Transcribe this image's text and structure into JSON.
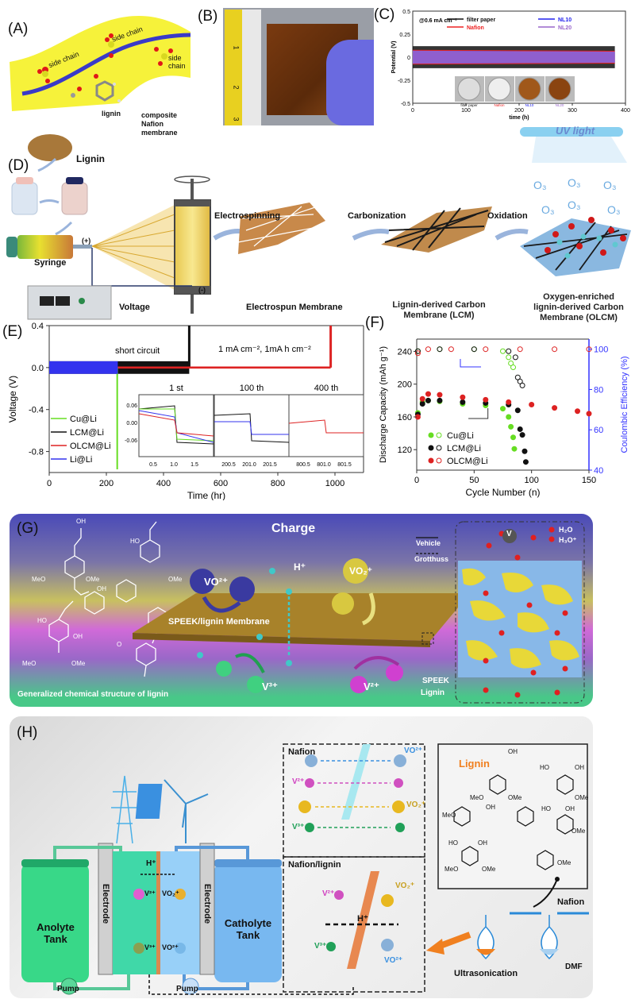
{
  "panels": {
    "A": {
      "label": "(A)",
      "side_chain_labels": [
        "side chain",
        "side chain",
        "side chain"
      ],
      "lignin_label": "lignin",
      "membrane_label_line1": "composite Nafion",
      "membrane_label_line2": "membrane"
    },
    "B": {
      "label": "(B)",
      "ruler_marks": [
        "1",
        "2",
        "3"
      ]
    },
    "C": {
      "label": "(C)",
      "condition": "@0.6 mA cm⁻²",
      "photo_labels": [
        "filter paper",
        "Nafion",
        "NL10",
        "NL20"
      ]
    },
    "D": {
      "label": "(D)",
      "steps": {
        "lignin": "Lignin",
        "syringe": "Syringe",
        "voltage": "Voltage",
        "plus": "(+)",
        "minus": "(-)",
        "electrospinning": "Electrospinning",
        "carbonization": "Carbonization",
        "oxidation": "Oxidation",
        "uv_light": "UV light",
        "ozone": "O₃",
        "electrospun": "Electrospun Membrane",
        "lcm_line1": "Lignin-derived Carbon",
        "lcm_line2": "Membrane (LCM)",
        "olcm_line1": "Oxygen-enriched",
        "olcm_line2": "lignin-derived Carbon",
        "olcm_line3": "Membrane (OLCM)"
      }
    },
    "E": {
      "label": "(E)",
      "annotation_short": "short circuit",
      "annotation_condition": "1 mA cm⁻², 1mA h cm⁻²",
      "inset_titles": [
        "1 st",
        "100 th",
        "400 th"
      ],
      "inset_yticks": [
        "0.06",
        "0.00",
        "-0.06"
      ],
      "inset_xticks": [
        [
          "0.5",
          "1.0",
          "1.5"
        ],
        [
          "200.5",
          "201.0",
          "201.5"
        ],
        [
          "800.5",
          "801.0",
          "801.5"
        ]
      ]
    },
    "F": {
      "label": "(F)",
      "y2label": "Coulombic Efficiency (%)",
      "y2ticks": [
        "40",
        "60",
        "80",
        "100"
      ]
    },
    "G": {
      "label": "(G)",
      "charge": "Charge",
      "vehicle": "Vehicle",
      "grotthuss": "Grotthuss",
      "h2o": "H₂O",
      "h3o": "H₃O⁺",
      "v_atom": "V",
      "vo2plus_ion": "VO²⁺",
      "vo2_ion": "VO₂⁺",
      "hplus": "H⁺",
      "v3": "V³⁺",
      "v2": "V²⁺",
      "membrane": "SPEEK/lignin Membrane",
      "speek": "SPEEK",
      "lignin": "Lignin",
      "caption": "Generalized chemical structure of lignin",
      "chem_groups": [
        "OH",
        "MeO",
        "OMe",
        "HO",
        "OH",
        "OMe",
        "HO",
        "OH",
        "MeO",
        "OMe",
        "O"
      ]
    },
    "H": {
      "label": "(H)",
      "anolyte_line1": "Anolyte",
      "anolyte_line2": "Tank",
      "catholyte_line1": "Catholyte",
      "catholyte_line2": "Tank",
      "electrode": "Electrode",
      "pump": "Pump",
      "hplus": "H⁺",
      "v2": "V²⁺",
      "v3": "V³⁺",
      "vo2plus": "VO₂⁺",
      "vo2p": "VO²⁺",
      "nafion_box": "Nafion",
      "nafion_lignin_box": "Nafion/lignin",
      "lignin_box": "Lignin",
      "nafion": "Nafion",
      "dmf": "DMF",
      "ultrasonication": "Ultrasonication",
      "chem_groups": [
        "OH",
        "HO",
        "OH",
        "MeO",
        "OMe",
        "OMe",
        "OH",
        "HO",
        "OH",
        "OMe",
        "MeO",
        "HO",
        "OH",
        "OMe",
        "MeO",
        "OMe"
      ]
    }
  },
  "colors": {
    "cu": "#66dd22",
    "lcm": "#111111",
    "olcm": "#dd2222",
    "li": "#3333ee",
    "nafion": "#ee2222",
    "nl10": "#2222ee",
    "nl20": "#9966cc",
    "axis_blue": "#3333ff"
  },
  "chart_data": [
    {
      "id": "C",
      "type": "line",
      "title": "",
      "xlabel": "time (h)",
      "ylabel": "Potential (V)",
      "xlim": [
        0,
        400
      ],
      "ylim": [
        -0.5,
        0.5
      ],
      "xticks": [
        "0",
        "100",
        "200",
        "300",
        "400"
      ],
      "yticks": [
        "0.5",
        "0.25",
        "0",
        "-0.25",
        "-0.5"
      ],
      "legend": [
        "filter paper",
        "Nafion",
        "NL10",
        "NL20"
      ],
      "legend_position": "top",
      "series": [
        {
          "name": "filter paper",
          "x": [
            0,
            380
          ],
          "amplitude": [
            0.12,
            0.12
          ]
        },
        {
          "name": "Nafion",
          "x": [
            0,
            380
          ],
          "amplitude": [
            0.08,
            0.07
          ]
        },
        {
          "name": "NL10",
          "x": [
            0,
            380
          ],
          "amplitude": [
            0.07,
            0.06
          ]
        },
        {
          "name": "NL20",
          "x": [
            0,
            380
          ],
          "amplitude": [
            0.07,
            0.06
          ]
        }
      ]
    },
    {
      "id": "E",
      "type": "line",
      "xlabel": "Time (hr)",
      "ylabel": "Voltage (V)",
      "xlim": [
        0,
        1100
      ],
      "ylim": [
        -1.0,
        0.4
      ],
      "xticks": [
        "0",
        "200",
        "400",
        "600",
        "800",
        "1000"
      ],
      "yticks": [
        "0.4",
        "0.0",
        "-0.4",
        "-0.8"
      ],
      "legend": [
        "Cu@Li",
        "LCM@Li",
        "OLCM@Li",
        "Li@Li"
      ],
      "legend_position": "bottom-left",
      "series": [
        {
          "name": "Cu@Li",
          "end_time": 238,
          "amplitude": 0.05,
          "failure_min": -0.97
        },
        {
          "name": "LCM@Li",
          "end_time": 490,
          "amplitude": 0.06,
          "failure_max": 0.4
        },
        {
          "name": "OLCM@Li",
          "end_time": 985,
          "amplitude": 0.01,
          "failure_max": 0.4
        },
        {
          "name": "Li@Li",
          "end_time": 240,
          "amplitude": 0.06
        }
      ]
    },
    {
      "id": "F",
      "type": "scatter",
      "xlabel": "Cycle Number (n)",
      "ylabel": "Discharge Capacity (mAh g⁻¹)",
      "xlim": [
        0,
        150
      ],
      "ylim": [
        95,
        255
      ],
      "xticks": [
        "0",
        "50",
        "100",
        "150"
      ],
      "yticks": [
        "120",
        "160",
        "200",
        "240"
      ],
      "legend": [
        "Cu@Li",
        "LCM@Li",
        "OLCM@Li"
      ],
      "legend_position": "bottom-left",
      "series": [
        {
          "name": "Cu@Li capacity",
          "x": [
            1,
            5,
            10,
            20,
            40,
            60,
            75,
            80,
            82,
            84,
            85
          ],
          "y": [
            165,
            178,
            180,
            179,
            176,
            174,
            170,
            160,
            148,
            135,
            121
          ]
        },
        {
          "name": "LCM@Li capacity",
          "x": [
            1,
            5,
            10,
            20,
            40,
            60,
            80,
            88,
            90,
            92,
            94,
            95
          ],
          "y": [
            163,
            176,
            180,
            180,
            178,
            177,
            175,
            168,
            145,
            138,
            118,
            105
          ]
        },
        {
          "name": "OLCM@Li capacity",
          "x": [
            1,
            5,
            10,
            20,
            40,
            60,
            80,
            100,
            120,
            140,
            150
          ],
          "y": [
            160,
            182,
            188,
            187,
            184,
            181,
            178,
            175,
            171,
            167,
            164
          ]
        },
        {
          "name": "Cu@Li CE",
          "x": [
            1,
            20,
            50,
            75,
            80,
            82,
            84
          ],
          "y": [
            99,
            100,
            100,
            99,
            96,
            93,
            91
          ]
        },
        {
          "name": "LCM@Li CE",
          "x": [
            1,
            20,
            50,
            80,
            86,
            88,
            90,
            92
          ],
          "y": [
            99,
            100,
            100,
            99,
            96,
            86,
            84,
            82
          ]
        },
        {
          "name": "OLCM@Li CE",
          "x": [
            1,
            10,
            30,
            60,
            90,
            120,
            150
          ],
          "y": [
            98,
            100,
            100,
            100,
            100,
            100,
            100
          ]
        }
      ]
    }
  ]
}
